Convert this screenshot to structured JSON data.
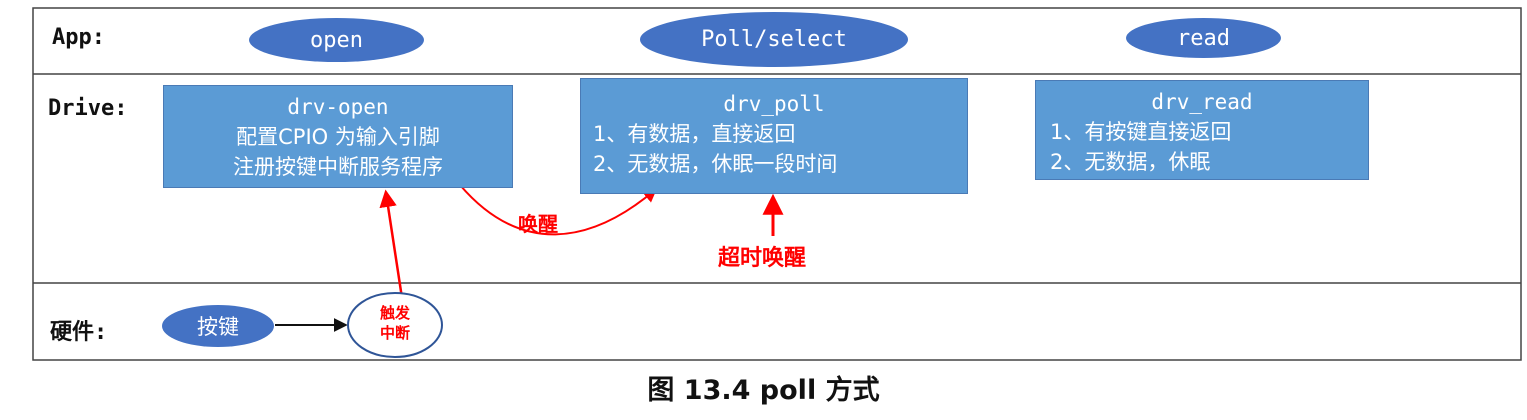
{
  "rows": {
    "app": "App:",
    "drive": "Drive:",
    "hardware": "硬件:"
  },
  "app_calls": {
    "open": "open",
    "poll": "Poll/select",
    "read": "read"
  },
  "drv_open": {
    "title": "drv-open",
    "line1": "配置CPIO 为输入引脚",
    "line2_prefix": "注册按键",
    "line2_highlight": "中断服务程序"
  },
  "drv_poll": {
    "title": "drv_poll",
    "line1": "1、有数据，直接返回",
    "line2": "2、无数据，休眠一段时间"
  },
  "drv_read": {
    "title": "drv_read",
    "line1": "1、有按键直接返回",
    "line2": "2、无数据，休眠"
  },
  "annotations": {
    "wake": "唤醒",
    "timeout_wake": "超时唤醒"
  },
  "hardware": {
    "key": "按键",
    "trigger_line1": "触发",
    "trigger_line2": "中断"
  },
  "caption": "图 13.4 poll 方式",
  "colors": {
    "ellipse": "#4472c4",
    "box": "#5b9bd5",
    "accent": "#ff0000"
  }
}
